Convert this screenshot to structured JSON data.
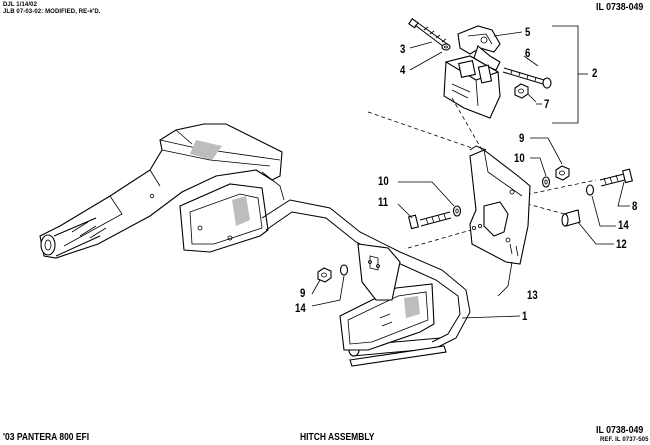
{
  "header": {
    "meta_line_1": "DJL 1/14/02",
    "meta_line_2": "JLB 07-03-02: MODIFIED, RE-#'D.",
    "illustration_id_top": "IL 0738-049"
  },
  "footer": {
    "model": "'03 PANTERA 800 EFI",
    "title": "HITCH ASSEMBLY",
    "illustration_id_bottom": "IL 0738-049",
    "reference": "REF. IL 0737-505"
  },
  "callouts": {
    "c1": "1",
    "c2": "2",
    "c3": "3",
    "c4": "4",
    "c5": "5",
    "c6": "6",
    "c7": "7",
    "c8": "8",
    "c9a": "9",
    "c9b": "9",
    "c10a": "10",
    "c10b": "10",
    "c11": "11",
    "c12": "12",
    "c13": "13",
    "c14a": "14",
    "c14b": "14"
  }
}
